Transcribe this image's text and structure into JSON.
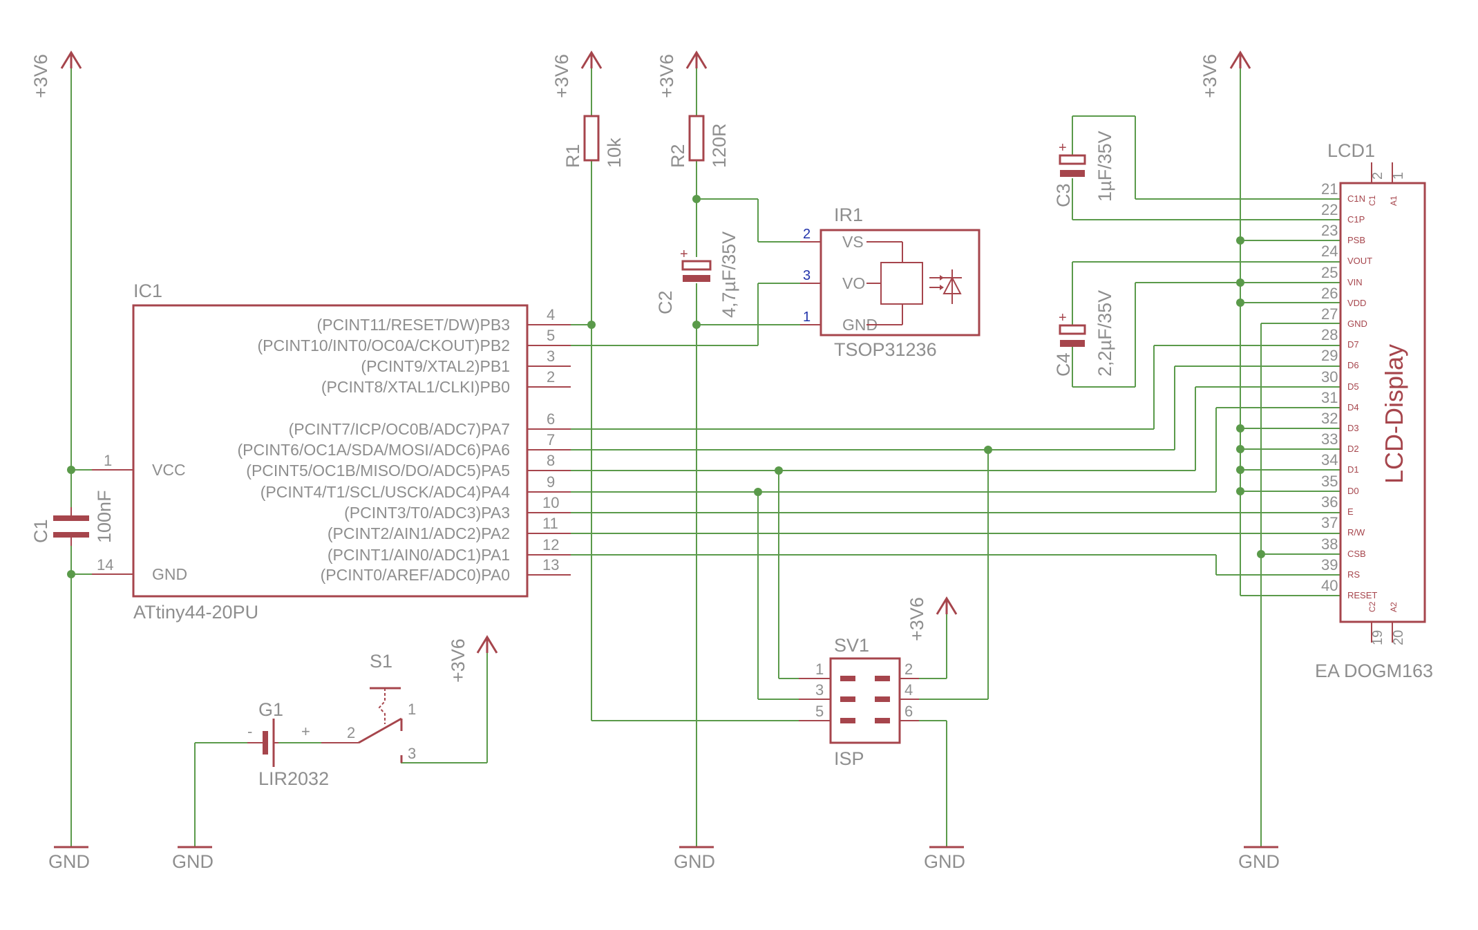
{
  "supply_label": "+3V6",
  "ground_label": "GND",
  "ic1": {
    "name": "IC1",
    "value": "ATtiny44-20PU",
    "left_pins": [
      {
        "num": "1",
        "name": "VCC"
      },
      {
        "num": "14",
        "name": "GND"
      }
    ],
    "right_pins": [
      {
        "num": "4",
        "name": "(PCINT11/RESET/DW)PB3"
      },
      {
        "num": "5",
        "name": "(PCINT10/INT0/OC0A/CKOUT)PB2"
      },
      {
        "num": "3",
        "name": "(PCINT9/XTAL2)PB1"
      },
      {
        "num": "2",
        "name": "(PCINT8/XTAL1/CLKI)PB0"
      },
      {
        "num": "6",
        "name": "(PCINT7/ICP/OC0B/ADC7)PA7"
      },
      {
        "num": "7",
        "name": "(PCINT6/OC1A/SDA/MOSI/ADC6)PA6"
      },
      {
        "num": "8",
        "name": "(PCINT5/OC1B/MISO/DO/ADC5)PA5"
      },
      {
        "num": "9",
        "name": "(PCINT4/T1/SCL/USCK/ADC4)PA4"
      },
      {
        "num": "10",
        "name": "(PCINT3/T0/ADC3)PA3"
      },
      {
        "num": "11",
        "name": "(PCINT2/AIN1/ADC2)PA2"
      },
      {
        "num": "12",
        "name": "(PCINT1/AIN0/ADC1)PA1"
      },
      {
        "num": "13",
        "name": "(PCINT0/AREF/ADC0)PA0"
      }
    ]
  },
  "c1": {
    "name": "C1",
    "value": "100nF"
  },
  "r1": {
    "name": "R1",
    "value": "10k"
  },
  "r2": {
    "name": "R2",
    "value": "120R"
  },
  "c2": {
    "name": "C2",
    "value": "4,7µF/35V"
  },
  "c3": {
    "name": "C3",
    "value": "1µF/35V"
  },
  "c4": {
    "name": "C4",
    "value": "2,2µF/35V"
  },
  "ir1": {
    "name": "IR1",
    "value": "TSOP31236",
    "pins": [
      {
        "num": "2",
        "name": "VS"
      },
      {
        "num": "3",
        "name": "VO"
      },
      {
        "num": "1",
        "name": "GND"
      }
    ]
  },
  "g1": {
    "name": "G1",
    "value": "LIR2032",
    "minus": "-",
    "plus": "+"
  },
  "s1": {
    "name": "S1",
    "pins": [
      "1",
      "2",
      "3"
    ]
  },
  "sv1": {
    "name": "SV1",
    "value": "ISP",
    "left_pins": [
      "1",
      "3",
      "5"
    ],
    "right_pins": [
      "2",
      "4",
      "6"
    ]
  },
  "lcd1": {
    "name": "LCD1",
    "value": "EA DOGM163",
    "title": "LCD-Display",
    "top_pins": [
      "2",
      "1"
    ],
    "top_labels": [
      "C1",
      "A1"
    ],
    "bottom_pins": [
      "19",
      "20"
    ],
    "bottom_labels": [
      "C2",
      "A2"
    ],
    "pins": [
      {
        "num": "21",
        "name": "C1N"
      },
      {
        "num": "22",
        "name": "C1P"
      },
      {
        "num": "23",
        "name": "PSB"
      },
      {
        "num": "24",
        "name": "VOUT"
      },
      {
        "num": "25",
        "name": "VIN"
      },
      {
        "num": "26",
        "name": "VDD"
      },
      {
        "num": "27",
        "name": "GND"
      },
      {
        "num": "28",
        "name": "D7"
      },
      {
        "num": "29",
        "name": "D6"
      },
      {
        "num": "30",
        "name": "D5"
      },
      {
        "num": "31",
        "name": "D4"
      },
      {
        "num": "32",
        "name": "D3"
      },
      {
        "num": "33",
        "name": "D2"
      },
      {
        "num": "34",
        "name": "D1"
      },
      {
        "num": "35",
        "name": "D0"
      },
      {
        "num": "36",
        "name": "E"
      },
      {
        "num": "37",
        "name": "R/W"
      },
      {
        "num": "38",
        "name": "CSB"
      },
      {
        "num": "39",
        "name": "RS"
      },
      {
        "num": "40",
        "name": "RESET"
      }
    ]
  }
}
